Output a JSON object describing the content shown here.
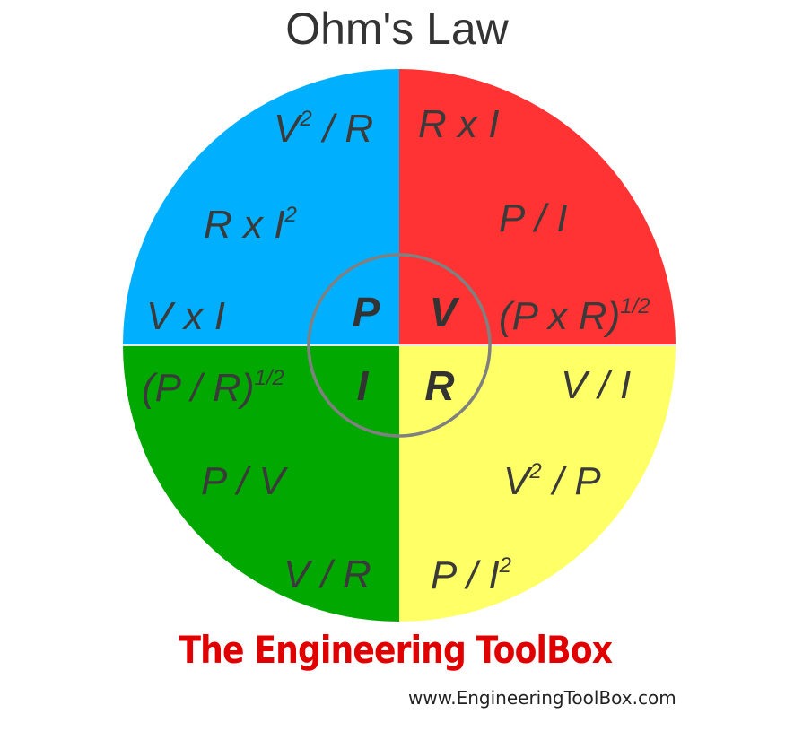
{
  "title": "Ohm's Law",
  "colors": {
    "power_quadrant": "#00b0ff",
    "voltage_quadrant": "#ff3333",
    "current_quadrant": "#00a800",
    "resistance_quadrant": "#ffff66",
    "inner_ring": "#808080",
    "brand": "#e00000"
  },
  "quadrants": {
    "power": {
      "symbol": "P",
      "formulas": [
        {
          "base": "V",
          "sup": "2",
          "rest": " / R"
        },
        {
          "base": "R x I",
          "sup": "2",
          "rest": ""
        },
        {
          "base": "V x I",
          "sup": "",
          "rest": ""
        }
      ]
    },
    "voltage": {
      "symbol": "V",
      "formulas": [
        {
          "base": "R x I",
          "sup": "",
          "rest": ""
        },
        {
          "base": "P / I",
          "sup": "",
          "rest": ""
        },
        {
          "base": "(P x R)",
          "sup": "1/2",
          "rest": ""
        }
      ]
    },
    "current": {
      "symbol": "I",
      "formulas": [
        {
          "base": "(P / R)",
          "sup": "1/2",
          "rest": ""
        },
        {
          "base": "P / V",
          "sup": "",
          "rest": ""
        },
        {
          "base": "V / R",
          "sup": "",
          "rest": ""
        }
      ]
    },
    "resistance": {
      "symbol": "R",
      "formulas": [
        {
          "base": "V / I",
          "sup": "",
          "rest": ""
        },
        {
          "base": "V",
          "sup": "2",
          "rest": " / P"
        },
        {
          "base": "P / I",
          "sup": "2",
          "rest": ""
        }
      ]
    }
  },
  "brand": "The Engineering ToolBox",
  "url": "www.EngineeringToolBox.com"
}
